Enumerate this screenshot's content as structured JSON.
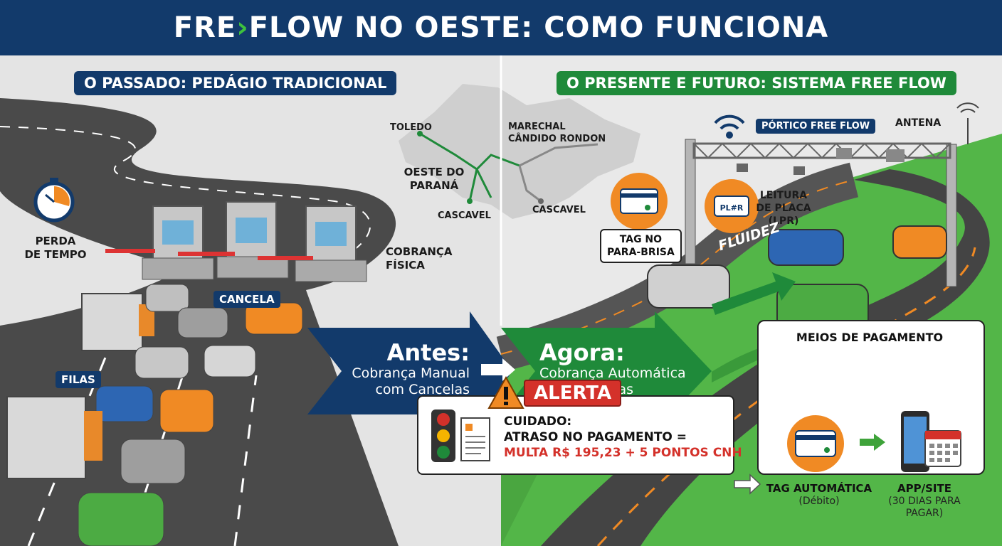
{
  "header": {
    "title_part1": "FRE",
    "title_arrow": "›",
    "title_part2": "FLOW NO OESTE: COMO FUNCIONA"
  },
  "left_panel": {
    "section_title": "O PASSADO: PEDÁGIO TRADICIONAL",
    "perda_label": "PERDA\nDE TEMPO",
    "cobranca_label": "COBRANÇA\nFÍSICA",
    "cancela_tag": "CANCELA",
    "filas_tag": "FILAS"
  },
  "map": {
    "toledo": "TOLEDO",
    "oeste": "OESTE DO\nPARANÁ",
    "cascavel_left": "CASCAVEL",
    "marechal": "MARECHAL\nCÂNDIDO RONDON",
    "cascavel_right": "CASCAVEL"
  },
  "right_panel": {
    "section_title": "O PRESENTE E FUTURO: SISTEMA FREE FLOW",
    "portico_tag": "PÓRTICO FREE FLOW",
    "antena_label": "ANTENA",
    "tag_bubble": "TAG NO\nPARA-BRISA",
    "leitura_label": "LEITURA\nDE PLACA\n(LPR)",
    "plate_text": "PL#R",
    "fluidez": "FLUIDEZ"
  },
  "center_arrows": {
    "antes_title": "Antes:",
    "antes_sub": "Cobrança Manual\ncom Cancelas",
    "agora_title": "Agora:",
    "agora_sub": "Cobrança Automática\nsem Cancelas"
  },
  "alert": {
    "label": "ALERTA",
    "line1": "CUIDADO:",
    "line2": "ATRASO NO PAGAMENTO =",
    "line3": "MULTA R$ 195,23 + 5 PONTOS CNH"
  },
  "payment": {
    "title": "MEIOS DE PAGAMENTO",
    "tag_label": "TAG AUTOMÁTICA",
    "tag_sub": "(Débito)",
    "app_label": "APP/SITE",
    "app_sub": "(30 DIAS PARA\nPAGAR)"
  },
  "colors": {
    "navy": "#123a6b",
    "green": "#1f8a3a",
    "orange": "#f08a24",
    "alert_red": "#d4312a"
  }
}
